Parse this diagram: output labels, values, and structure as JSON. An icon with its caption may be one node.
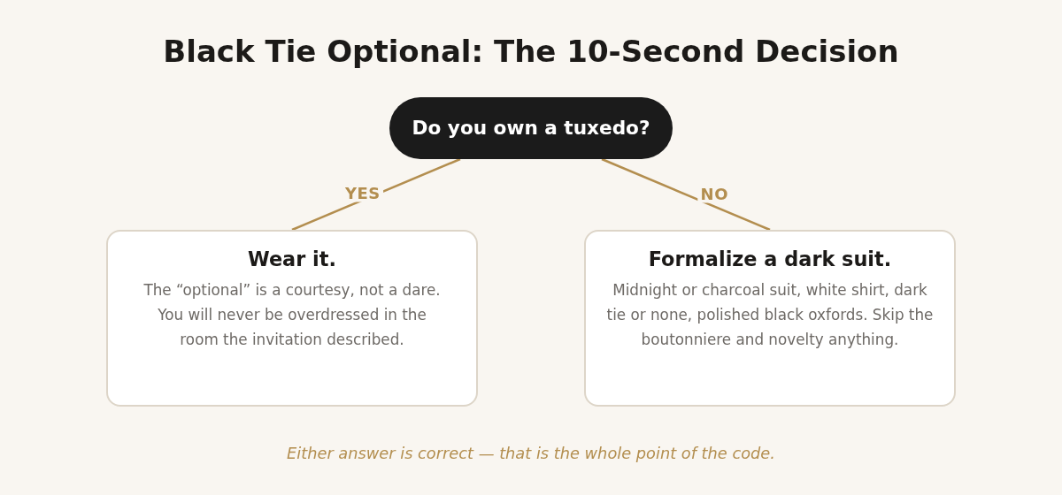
{
  "diagram": {
    "title": "Black Tie Optional: The 10-Second Decision",
    "nodes": [
      {
        "text": [
          "Do you own a tuxedo?"
        ]
      },
      {
        "text": [
          "Wear it.",
          "The “optional” is a courtesy, not a dare. You will never be overdressed in the room the invitation described."
        ]
      },
      {
        "text": [
          "Formalize a dark suit.",
          "Midnight or charcoal suit, white shirt, dark tie or none, polished black oxfords. Skip the boutonniere and novelty anything."
        ]
      }
    ],
    "edges": [
      {
        "from": 0,
        "to": 1,
        "arrow": "none",
        "label": "YES"
      },
      {
        "from": 0,
        "to": 2,
        "arrow": "none",
        "label": "NO"
      }
    ],
    "caption": "Either answer is correct — that is the whole point of the code."
  }
}
